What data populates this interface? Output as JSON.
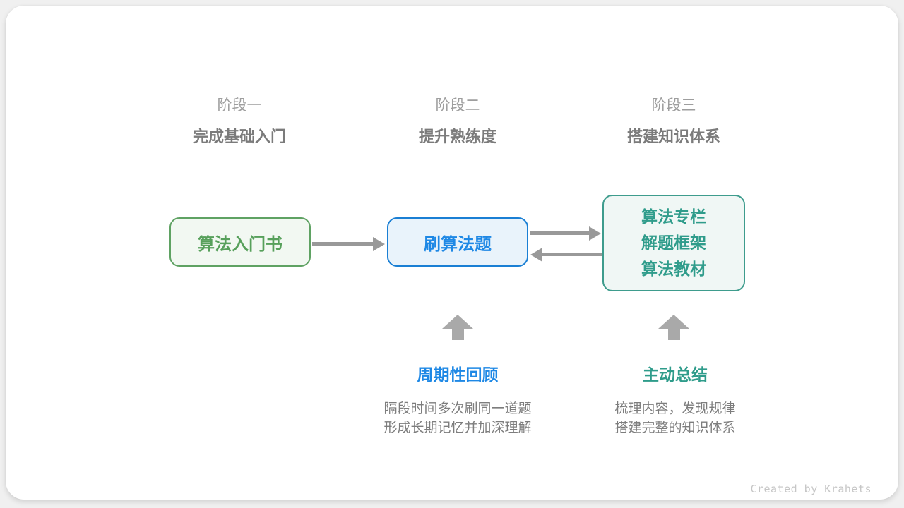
{
  "canvas": {
    "background_color": "#f0f0f0",
    "card_background_color": "#ffffff"
  },
  "stages": [
    {
      "title": "阶段一",
      "subtitle": "完成基础入门"
    },
    {
      "title": "阶段二",
      "subtitle": "提升熟练度"
    },
    {
      "title": "阶段三",
      "subtitle": "搭建知识体系"
    }
  ],
  "nodes": [
    {
      "label": "算法入门书",
      "text_color": "#57a05b",
      "border_color": "#5fa263",
      "fill_color": "#f2f8f2"
    },
    {
      "label": "刷算法题",
      "text_color": "#1e88e5",
      "border_color": "#1a7fd4",
      "fill_color": "#e9f3fb"
    },
    {
      "lines": [
        "算法专栏",
        "解题框架",
        "算法教材"
      ],
      "text_color": "#2f9c8b",
      "border_color": "#3e9c8d",
      "fill_color": "#f0f7f5"
    }
  ],
  "arrows": {
    "horizontal_color": "#999999",
    "up_arrow_color": "#a9a9a9",
    "connections": [
      {
        "from": "算法入门书",
        "to": "刷算法题",
        "direction": "right"
      },
      {
        "from": "刷算法题",
        "to": "算法专栏",
        "direction": "right"
      },
      {
        "from": "算法专栏",
        "to": "刷算法题",
        "direction": "left"
      }
    ]
  },
  "annotations": [
    {
      "label": "周期性回顾",
      "label_color": "#1e88e5",
      "lines": [
        "隔段时间多次刷同一道题",
        "形成长期记忆并加深理解"
      ]
    },
    {
      "label": "主动总结",
      "label_color": "#2f9c8b",
      "lines": [
        "梳理内容，发现规律",
        "搭建完整的知识体系"
      ]
    }
  ],
  "credit": "Created by Krahets",
  "text_colors": {
    "stage_title": "#9e9e9e",
    "stage_subtitle": "#7b7b7b",
    "description": "#7d7d7d",
    "credit": "#c6c6c6"
  }
}
